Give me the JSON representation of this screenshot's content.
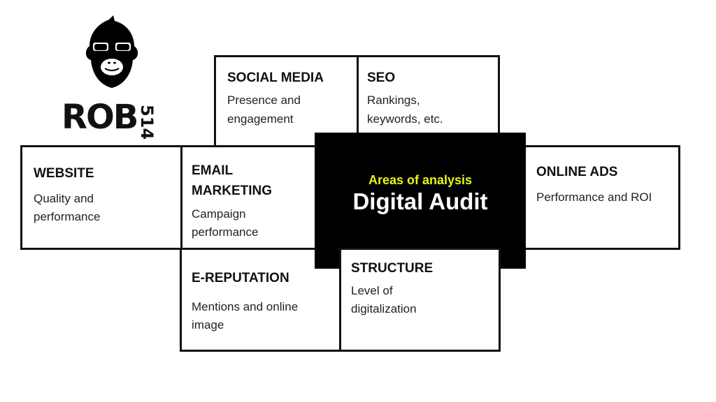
{
  "logo": {
    "name": "ROB",
    "number": "514"
  },
  "center": {
    "subtitle": "Areas of analysis",
    "title": "Digital Audit"
  },
  "areas": {
    "social_media": {
      "title": "SOCIAL MEDIA",
      "desc1": "Presence and",
      "desc2": "engagement"
    },
    "seo": {
      "title": "SEO",
      "desc1": "Rankings,",
      "desc2": "keywords, etc."
    },
    "website": {
      "title": "WEBSITE",
      "desc1": "Quality and",
      "desc2": "performance"
    },
    "email": {
      "title1": "EMAIL",
      "title2": "MARKETING",
      "desc1": "Campaign",
      "desc2": "performance"
    },
    "online_ads": {
      "title": "ONLINE ADS",
      "desc1": "Performance and ROI"
    },
    "ereputation": {
      "title": "E-REPUTATION",
      "desc1": "Mentions and online",
      "desc2": "image"
    },
    "structure": {
      "title": "STRUCTURE",
      "desc1": "Level of",
      "desc2": "digitalization"
    }
  }
}
